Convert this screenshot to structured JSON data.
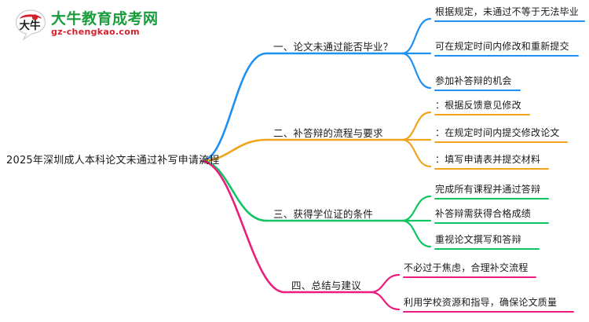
{
  "logo": {
    "mark_text": "大牛",
    "title": "大牛教育成考网",
    "subtitle": "gz-chengkao.com",
    "title_color": "#1a9c3c",
    "subtitle_color": "#d4202a",
    "mark_color": "#d4202a"
  },
  "mindmap": {
    "root": {
      "label": "2025年深圳成人本科论文未通过补写申请流程"
    },
    "branches": [
      {
        "label": "一、论文未通过能否毕业？",
        "color": "#1e90f0",
        "leaves": [
          {
            "label": "根据规定，未通过不等于无法毕业"
          },
          {
            "label": "可在规定时间内修改和重新提交"
          },
          {
            "label": "参加补答辩的机会"
          }
        ]
      },
      {
        "label": "二、补答辩的流程与要求",
        "color": "#f0a41e",
        "leaves": [
          {
            "label": "：根据反馈意见修改"
          },
          {
            "label": "：在规定时间内提交修改论文"
          },
          {
            "label": "：填写申请表并提交材料"
          }
        ]
      },
      {
        "label": "三、获得学位证的条件",
        "color": "#10c463",
        "leaves": [
          {
            "label": "完成所有课程并通过答辩"
          },
          {
            "label": "补答辩需获得合格成绩"
          },
          {
            "label": "重视论文撰写和答辩"
          }
        ]
      },
      {
        "label": "四、总结与建议",
        "color": "#ec1c7d",
        "leaves": [
          {
            "label": "不必过于焦虑，合理补交流程"
          },
          {
            "label": "利用学校资源和指导，确保论文质量"
          }
        ]
      }
    ]
  }
}
